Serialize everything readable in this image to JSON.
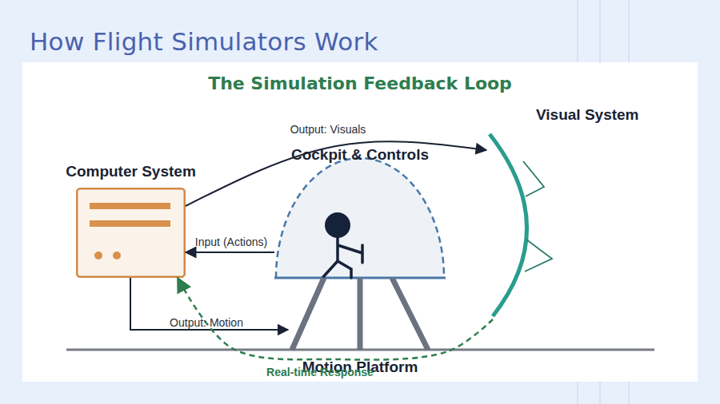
{
  "diagram": {
    "title": "How Flight Simulators Work",
    "nodes": [
      {
        "text": [
          "Computer System"
        ]
      },
      {
        "text": [
          "Cockpit & Controls"
        ]
      },
      {
        "text": [
          "Visual System"
        ]
      },
      {
        "text": [
          "Motion Platform"
        ]
      }
    ],
    "edges": [
      {
        "from": 0,
        "to": 2,
        "label": "Output: Visuals",
        "arrow": "to"
      },
      {
        "from": 1,
        "to": 0,
        "label": "Input (Actions)",
        "arrow": "to"
      },
      {
        "from": 0,
        "to": 3,
        "label": "Output: Motion",
        "arrow": "to"
      },
      {
        "from": 2,
        "to": 0,
        "label": "Real-time Response",
        "arrow": "to"
      }
    ],
    "labels": [
      "The Simulation Feedback Loop"
    ]
  }
}
